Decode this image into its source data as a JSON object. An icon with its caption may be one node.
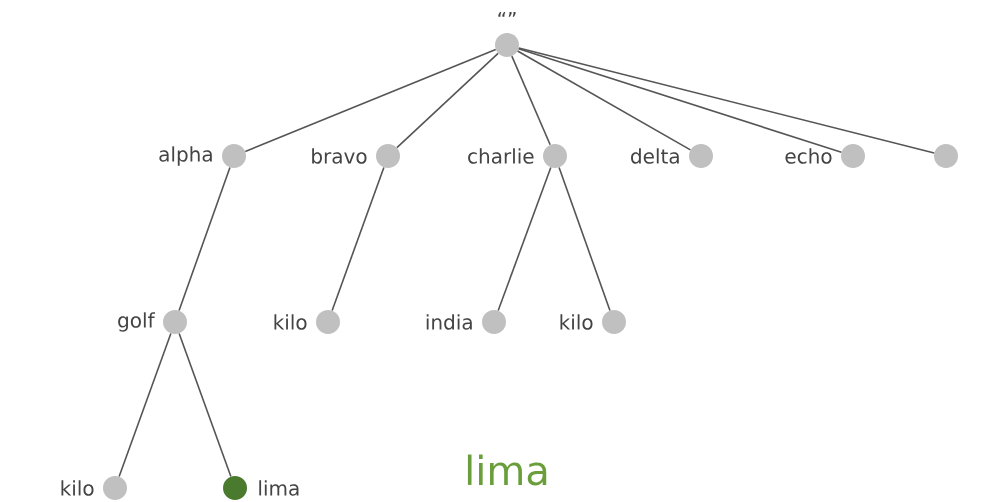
{
  "diagram": {
    "nodes": [
      {
        "text": [],
        "shape": "circle",
        "beside": [
          "“”"
        ]
      },
      {
        "text": [],
        "shape": "circle",
        "beside": [
          "alpha"
        ]
      },
      {
        "text": [],
        "shape": "circle",
        "beside": [
          "bravo"
        ]
      },
      {
        "text": [],
        "shape": "circle",
        "beside": [
          "charlie"
        ]
      },
      {
        "text": [],
        "shape": "circle",
        "beside": [
          "delta"
        ]
      },
      {
        "text": [],
        "shape": "circle",
        "beside": [
          "echo"
        ]
      },
      {
        "text": [],
        "shape": "circle"
      },
      {
        "text": [],
        "shape": "circle",
        "beside": [
          "golf"
        ]
      },
      {
        "text": [],
        "shape": "circle",
        "beside": [
          "kilo"
        ]
      },
      {
        "text": [],
        "shape": "circle",
        "beside": [
          "india"
        ]
      },
      {
        "text": [],
        "shape": "circle",
        "beside": [
          "kilo"
        ]
      },
      {
        "text": [],
        "shape": "circle",
        "beside": [
          "kilo"
        ]
      },
      {
        "text": [],
        "shape": "circle",
        "beside": [
          "lima"
        ]
      }
    ],
    "edges": [
      {
        "from": 0,
        "to": 1,
        "arrow": "none"
      },
      {
        "from": 0,
        "to": 2,
        "arrow": "none"
      },
      {
        "from": 0,
        "to": 3,
        "arrow": "none"
      },
      {
        "from": 0,
        "to": 4,
        "arrow": "none"
      },
      {
        "from": 0,
        "to": 5,
        "arrow": "none"
      },
      {
        "from": 0,
        "to": 6,
        "arrow": "none"
      },
      {
        "from": 1,
        "to": 7,
        "arrow": "none"
      },
      {
        "from": 2,
        "to": 8,
        "arrow": "none"
      },
      {
        "from": 3,
        "to": 9,
        "arrow": "none"
      },
      {
        "from": 3,
        "to": 10,
        "arrow": "none"
      },
      {
        "from": 7,
        "to": 11,
        "arrow": "none"
      },
      {
        "from": 7,
        "to": 12,
        "arrow": "none"
      }
    ],
    "labels": [
      "lima"
    ]
  }
}
